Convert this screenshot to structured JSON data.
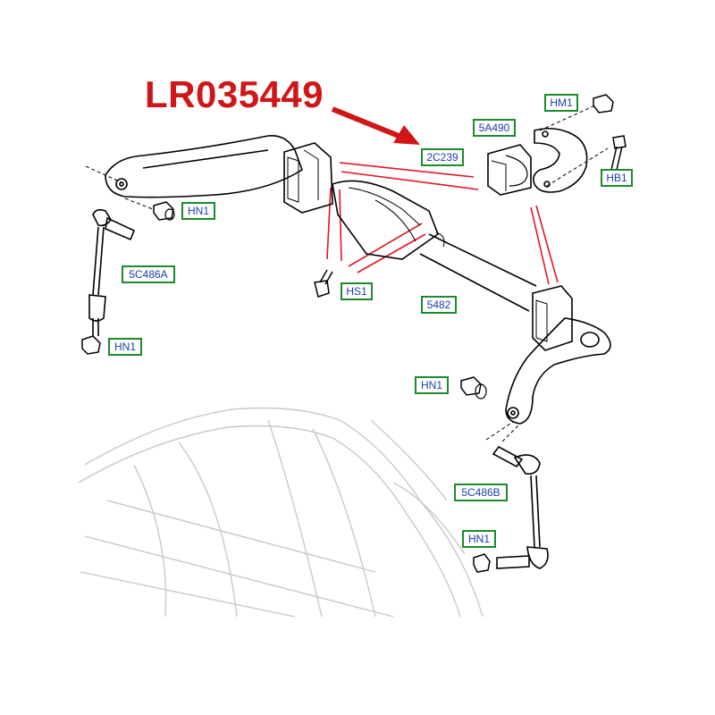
{
  "headline_part_number": "LR035449",
  "colors": {
    "headline": "#d01616",
    "label_border": "#1d8a2c",
    "label_text": "#1a3fae",
    "callout_lines": "#e0162a",
    "parts": "#000000",
    "vehicle_outline": "#c9c9c9"
  },
  "labels": {
    "hm1": "HM1",
    "a5490": "5A490",
    "c2239": "2C239",
    "hb1": "HB1",
    "hn1_top": "HN1",
    "c5486a": "5C486A",
    "hs1": "HS1",
    "p5482": "5482",
    "hn1_left": "HN1",
    "hn1_mid": "HN1",
    "c5486b": "5C486B",
    "hn1_bottom": "HN1"
  },
  "icons": [
    "arrow-icon",
    "nut-icon",
    "bolt-icon",
    "bushing-icon"
  ]
}
